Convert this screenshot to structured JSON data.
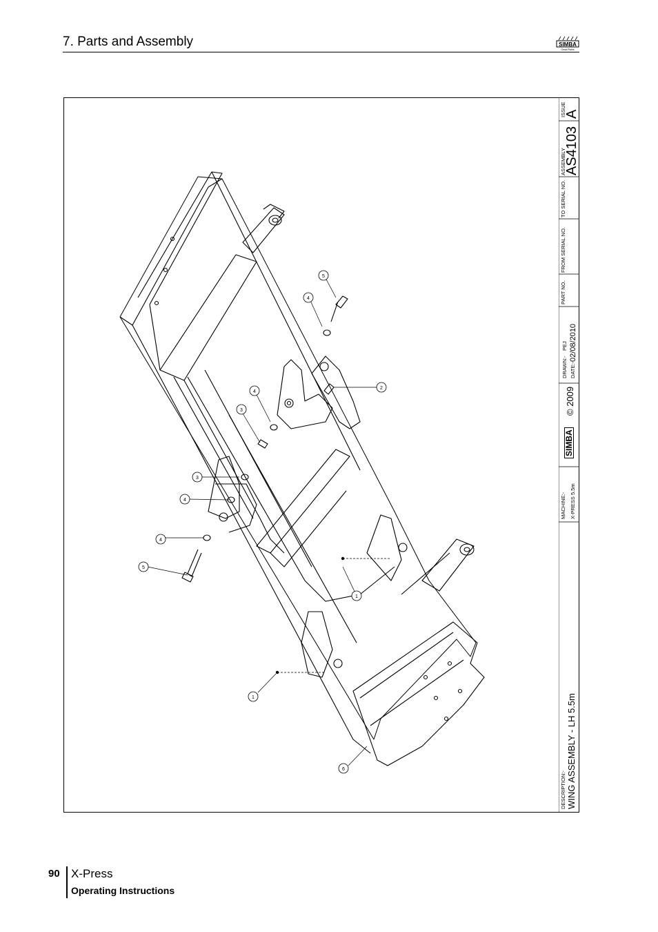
{
  "header": {
    "section_title": "7. Parts and Assembly",
    "logo_text": "SIMBA",
    "logo_subtext": "Great Plains"
  },
  "drawing": {
    "callouts": [
      "1",
      "1",
      "2",
      "3",
      "3",
      "4",
      "4",
      "4",
      "4",
      "5",
      "5",
      "6"
    ]
  },
  "title_block": {
    "description_label": "DESCRIPTION:-",
    "description_value": "WING ASSEMBLY - LH 5.5m",
    "machine_label": "MACHINE:-",
    "machine_value": "X-PRESS 5.5m",
    "logo_text": "SIMBA",
    "copyright": "© 2009",
    "drawn_label": "DRAWN:-",
    "drawn_value": "PEJ",
    "date_label": "DATE:-",
    "date_value": "02/08/2010",
    "part_no_label": "PART NO.",
    "from_serial_label": "FROM SERIAL NO.",
    "to_serial_label": "TO SERIAL NO.",
    "assembly_label": "ASSEMBLY",
    "assembly_value": "AS4103",
    "issue_label": "ISSUE",
    "issue_value": "A"
  },
  "footer": {
    "page_number": "90",
    "product": "X-Press",
    "subtitle": "Operating Instructions"
  }
}
